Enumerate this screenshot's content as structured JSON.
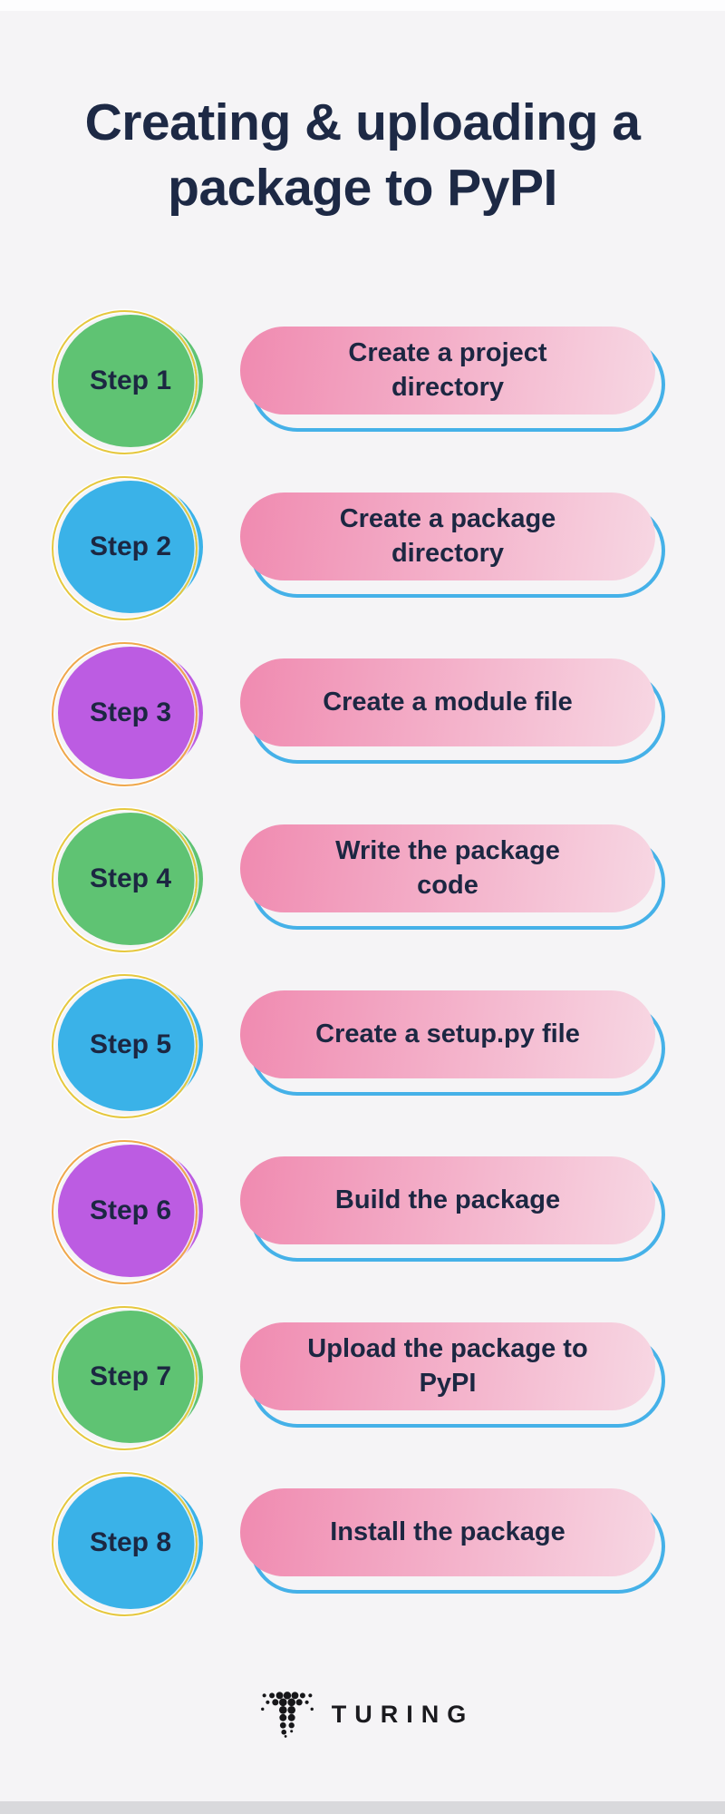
{
  "page": {
    "background": "#f5f4f6",
    "title_color": "#1d2945",
    "text_color": "#1c2742"
  },
  "title": {
    "line1": "Creating & uploading a",
    "line2": "package to PyPI"
  },
  "pill": {
    "gradient_start": "#f08ab0",
    "gradient_end": "#f7d7e3",
    "outline_color": "#45b1e8",
    "text_color": "#1c2742"
  },
  "steps": [
    {
      "label": "Step 1",
      "circle_color": "#5fc373",
      "ring_color": "#e6c83e",
      "line1": "Create a project",
      "line2": "directory"
    },
    {
      "label": "Step 2",
      "circle_color": "#3ab2e8",
      "ring_color": "#e6c83e",
      "line1": "Create a package",
      "line2": "directory"
    },
    {
      "label": "Step 3",
      "circle_color": "#bc5ce2",
      "ring_color": "#f0a84c",
      "line1": "Create a module file",
      "line2": ""
    },
    {
      "label": "Step 4",
      "circle_color": "#5fc373",
      "ring_color": "#e6c83e",
      "line1": "Write the package",
      "line2": "code"
    },
    {
      "label": "Step 5",
      "circle_color": "#3ab2e8",
      "ring_color": "#e6c83e",
      "line1": "Create a setup.py file",
      "line2": ""
    },
    {
      "label": "Step 6",
      "circle_color": "#bc5ce2",
      "ring_color": "#f0a84c",
      "line1": "Build the package",
      "line2": ""
    },
    {
      "label": "Step 7",
      "circle_color": "#5fc373",
      "ring_color": "#e6c83e",
      "line1": "Upload the package to",
      "line2": "PyPI"
    },
    {
      "label": "Step 8",
      "circle_color": "#3ab2e8",
      "ring_color": "#e6c83e",
      "line1": "Install the package",
      "line2": ""
    }
  ],
  "footer": {
    "brand": "TURING",
    "logo_icon": "turing-dot-t",
    "logo_color": "#17171a"
  }
}
